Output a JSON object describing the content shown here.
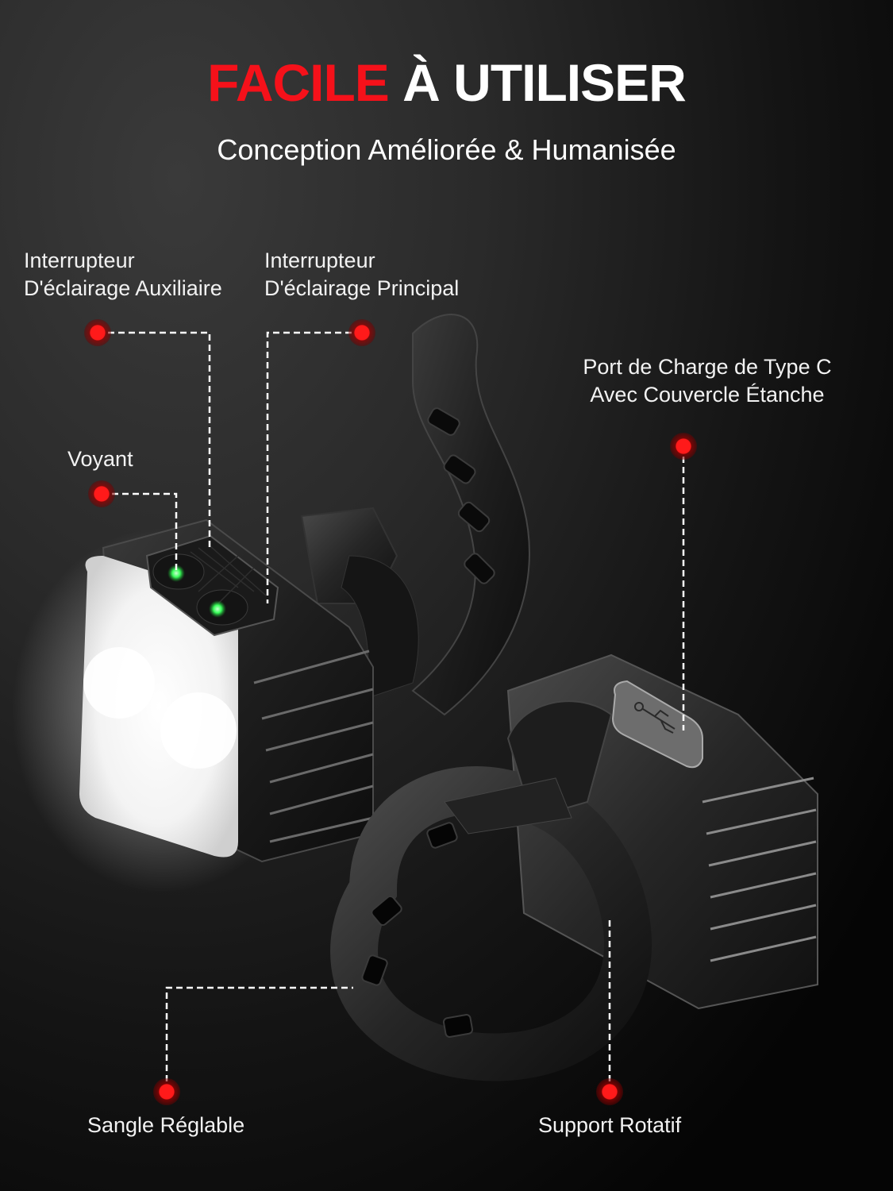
{
  "header": {
    "title_accent": "FACILE",
    "title_rest": "À UTILISER",
    "subtitle": "Conception Améliorée & Humanisée"
  },
  "colors": {
    "accent_red": "#f5111a",
    "indicator_green": "#39ff5a",
    "text": "#ffffff",
    "background": "#1c1c1c"
  },
  "callouts": {
    "aux_switch": {
      "line1": "Interrupteur",
      "line2": "D'éclairage Auxiliaire"
    },
    "main_switch": {
      "line1": "Interrupteur",
      "line2": "D'éclairage Principal"
    },
    "charge_port": {
      "line1": "Port de Charge de Type C",
      "line2": "Avec Couvercle Étanche"
    },
    "indicator": {
      "line1": "Voyant"
    },
    "strap": {
      "line1": "Sangle Réglable"
    },
    "mount": {
      "line1": "Support Rotatif"
    }
  },
  "product": {
    "icons": [
      "usb-icon",
      "led-indicator-icon"
    ]
  }
}
